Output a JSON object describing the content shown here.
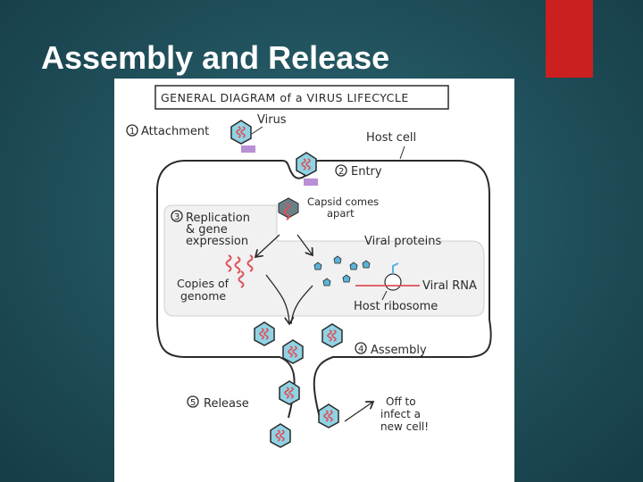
{
  "slide": {
    "title": "Assembly and Release",
    "accent_color": "#cc1f1f",
    "background_color": "#1f4f5a"
  },
  "diagram": {
    "header": "GENERAL DIAGRAM of a VIRUS LIFECYCLE",
    "labels": {
      "virus": "Virus",
      "host_cell": "Host cell",
      "capsid_line1": "Capsid comes",
      "capsid_line2": "apart",
      "viral_proteins": "Viral proteins",
      "copies_line1": "Copies of",
      "copies_line2": "genome",
      "viral_rna": "Viral RNA",
      "host_ribosome": "Host ribosome",
      "off_line1": "Off to",
      "off_line2": "infect a",
      "off_line3": "new cell!"
    },
    "steps": [
      {
        "number": "1",
        "label": "Attachment"
      },
      {
        "number": "2",
        "label": "Entry"
      },
      {
        "number": "3",
        "label_line1": "Replication",
        "label_line2": "& gene",
        "label_line3": "expression"
      },
      {
        "number": "4",
        "label": "Assembly"
      },
      {
        "number": "5",
        "label": "Release"
      }
    ],
    "colors": {
      "capsid": "#8fd3e4",
      "capsid_dark": "#6b7f86",
      "rna": "#e0505a",
      "receptor": "#b98fd6",
      "protein": "#5ab3d8",
      "nucleus_fill": "#f1f1f1",
      "outline": "#2a2a2a"
    }
  }
}
